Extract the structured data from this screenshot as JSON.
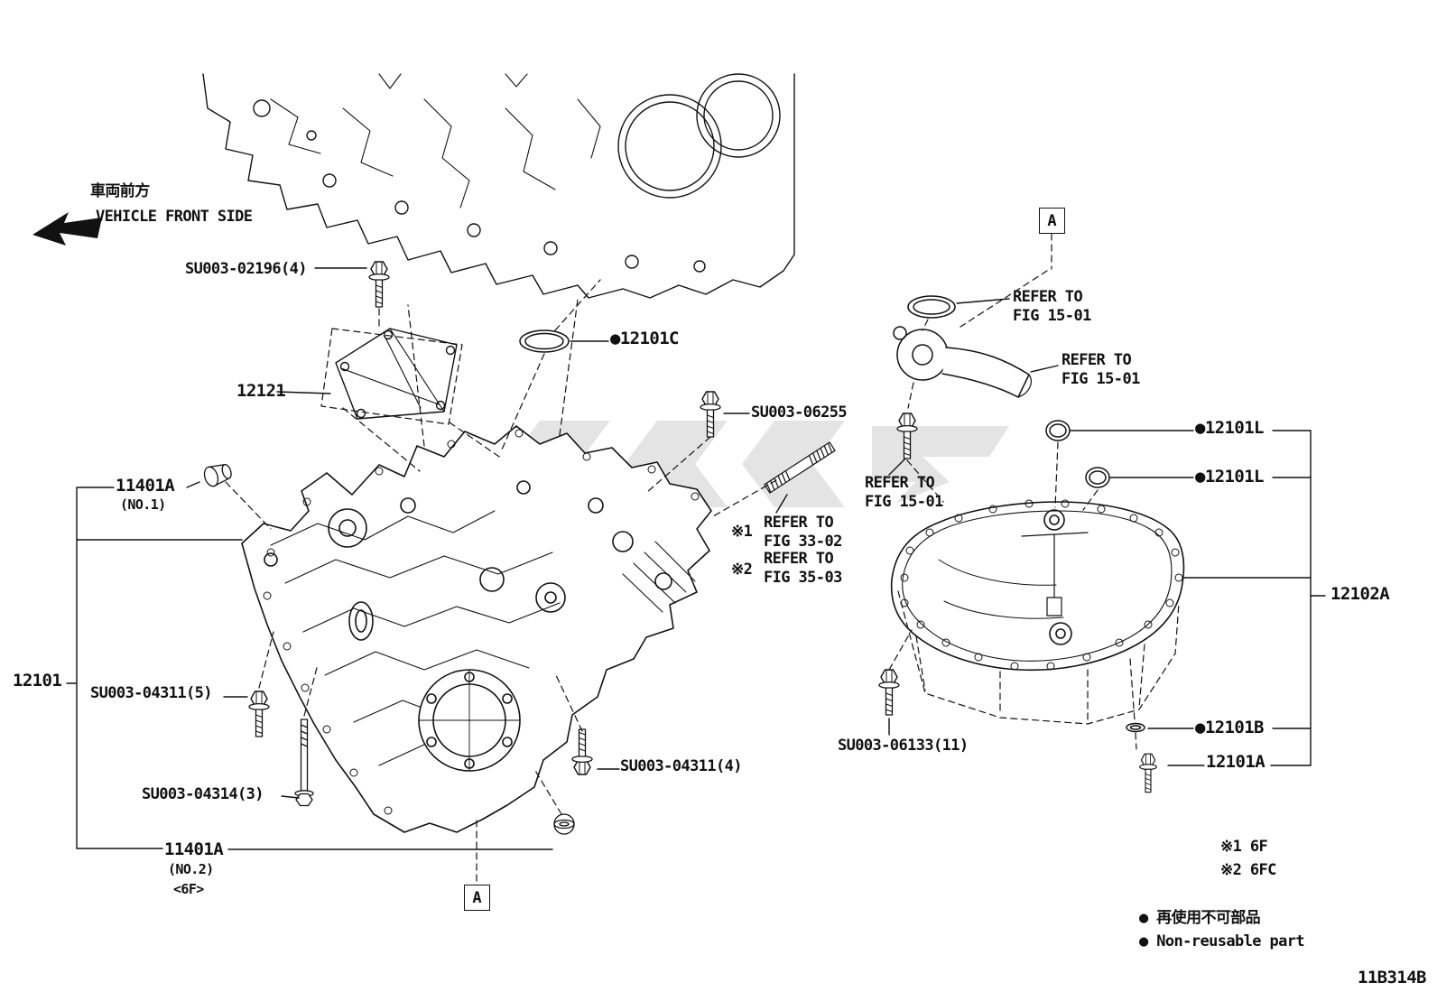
{
  "header": {
    "front_label_jp": "車両前方",
    "front_label_en": "VEHICLE FRONT SIDE"
  },
  "callouts": {
    "su003_02196": "SU003-02196(4)",
    "p12121": "12121",
    "p12101c": "●12101C",
    "su003_06255": "SU003-06255",
    "refer_line": "REFER TO",
    "fig_15_01": "FIG 15-01",
    "fig_33_02": "FIG 33-02",
    "fig_35_03": "FIG 35-03",
    "rem1": "※1",
    "rem2": "※2",
    "p11401a": "11401A",
    "no1": "(NO.1)",
    "p12101": "12101",
    "su003_04311_5": "SU003-04311(5)",
    "su003_04314_3": "SU003-04314(3)",
    "su003_04311_4": "SU003-04311(4)",
    "no2": "(NO.2)",
    "f6": "<6F>",
    "view_a": "A",
    "p12101l": "●12101L",
    "p12102a": "12102A",
    "su003_06133": "SU003-06133(11)",
    "p12101b": "●12101B",
    "p12101a": "12101A"
  },
  "notes": {
    "note1": "※1 6F",
    "note2": "※2 6FC",
    "legend_jp": "● 再使用不可部品",
    "legend_en": "● Non-reusable part",
    "sheet_code": "11B314B"
  }
}
